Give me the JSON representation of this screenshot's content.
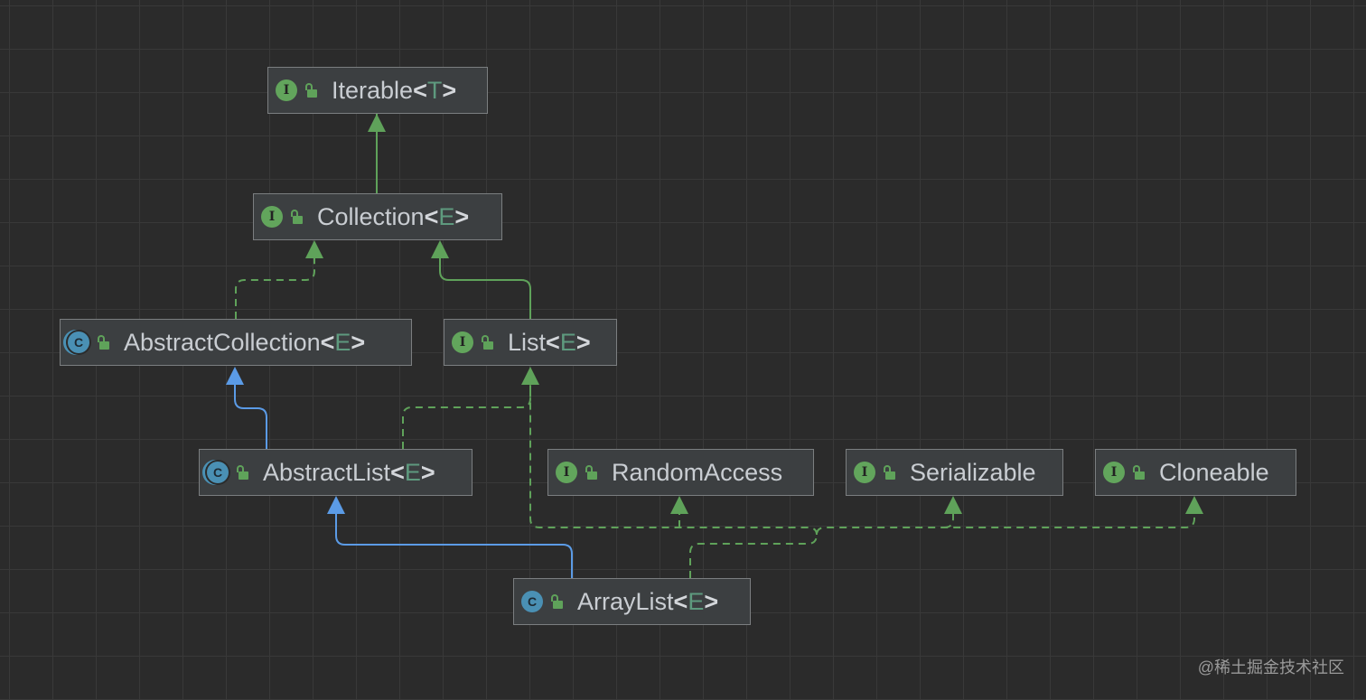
{
  "nodes": {
    "iterable": {
      "name": "Iterable",
      "param": "T",
      "kind": "interface",
      "kind_letter": "I"
    },
    "collection": {
      "name": "Collection",
      "param": "E",
      "kind": "interface",
      "kind_letter": "I"
    },
    "abstract_collection": {
      "name": "AbstractCollection",
      "param": "E",
      "kind": "abstract-class",
      "kind_letter": "C"
    },
    "list": {
      "name": "List",
      "param": "E",
      "kind": "interface",
      "kind_letter": "I"
    },
    "abstract_list": {
      "name": "AbstractList",
      "param": "E",
      "kind": "abstract-class",
      "kind_letter": "C"
    },
    "random_access": {
      "name": "RandomAccess",
      "param": "",
      "kind": "interface",
      "kind_letter": "I"
    },
    "serializable": {
      "name": "Serializable",
      "param": "",
      "kind": "interface",
      "kind_letter": "I"
    },
    "cloneable": {
      "name": "Cloneable",
      "param": "",
      "kind": "interface",
      "kind_letter": "I"
    },
    "array_list": {
      "name": "ArrayList",
      "param": "E",
      "kind": "class",
      "kind_letter": "C"
    }
  },
  "colors": {
    "background": "#2b2b2b",
    "grid": "#393939",
    "node_fill": "#3c3f41",
    "node_border": "#7b7e80",
    "interface_extends_edge": "#5fa25a",
    "implements_edge": "#5fa25a",
    "class_extends_edge": "#5b9be6",
    "type_param": "#5e9a7e",
    "text": "#c9cdd2"
  },
  "watermark": "@稀土掘金技术社区"
}
